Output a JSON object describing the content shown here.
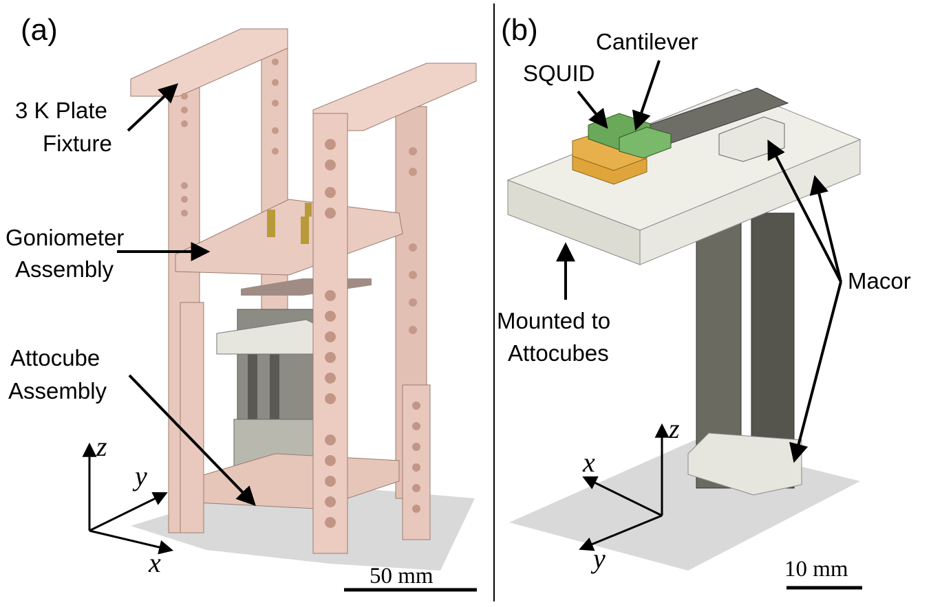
{
  "panel_a": {
    "label": "(a)",
    "callouts": {
      "plate_line1": "3 K Plate",
      "plate_line2": "Fixture",
      "gonio_line1": "Goniometer",
      "gonio_line2": "Assembly",
      "atto_line1": "Attocube",
      "atto_line2": "Assembly"
    },
    "axes": {
      "z": "z",
      "y": "y",
      "x": "x"
    },
    "scale_bar": "50 mm"
  },
  "panel_b": {
    "label": "(b)",
    "callouts": {
      "squid": "SQUID",
      "cantilever": "Cantilever",
      "macor": "Macor",
      "mounted_line1": "Mounted to",
      "mounted_line2": "Attocubes"
    },
    "axes": {
      "z": "z",
      "x": "x",
      "y": "y"
    },
    "scale_bar": "10 mm"
  },
  "colors": {
    "copper": "#e8c8bd",
    "copper_dark": "#c9a293",
    "macor": "#e6e6df",
    "steel": "#6a6a60",
    "squid_green": "#6aa85a",
    "gold": "#e0a53a",
    "shadow": "#d9d9d9"
  }
}
